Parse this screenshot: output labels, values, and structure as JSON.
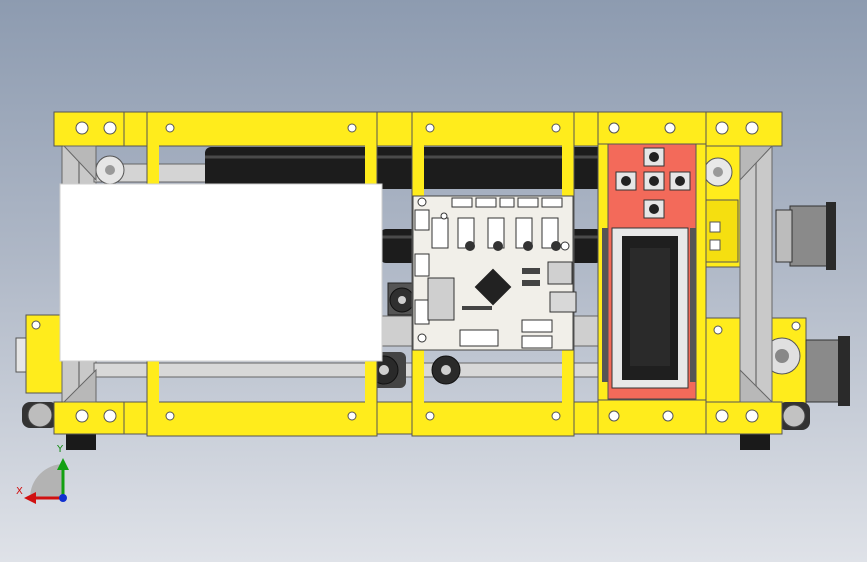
{
  "app": {
    "view": "3d-model-viewport"
  },
  "triad": {
    "x_label": "X",
    "y_label": "Y"
  },
  "colors": {
    "background_top": "#8d9bb0",
    "background_bottom": "#dfe2e8",
    "frame_yellow": "#ffec1c",
    "extrusion_gray": "#c8c8c8",
    "rod_black": "#1c1c1c",
    "pcb_white": "#f1efe9",
    "lcd_red": "#f36a5a",
    "lcd_screen": "#1f1f1f",
    "motor_gray": "#8a8a8a",
    "covered_panel": "#ffffff"
  }
}
